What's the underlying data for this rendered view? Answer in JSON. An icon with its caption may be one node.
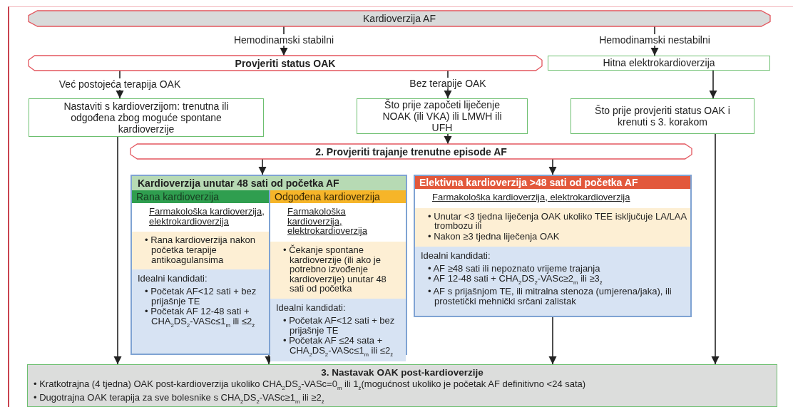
{
  "diagram": {
    "nodes": [
      {
        "text": [
          "Kardioverzija AF"
        ]
      },
      {
        "text": [
          "Provjeriti status OAK"
        ]
      },
      {
        "text": [
          "Hitna elektrokardioverzija"
        ]
      },
      {
        "text": [
          "Nastaviti s kardioverzijom: trenutna ili odgođena zbog moguće spontane kardioverzije"
        ]
      },
      {
        "text": [
          "Što prije započeti liječenje NOAK (ili VKA) ili LMWH ili UFH"
        ]
      },
      {
        "text": [
          "Što prije provjeriti status OAK i krenuti s 3. korakom"
        ]
      },
      {
        "text": [
          "2. Provjeriti trajanje trenutne episode AF"
        ]
      },
      {
        "text": [
          "Kardioverzija unutar 48 sati od početka AF"
        ]
      },
      {
        "text": [
          "Rana kardioverzija",
          "Farmakološka kardioverzija, elektrokardioverzija",
          "• Rana kardioverzija nakon početka terapije antikoagulansima",
          "Idealni kandidati:",
          "• Početak AF<12 sati + bez prijašnje TE",
          "• Početak AF 12-48 sati + CHA$_{2}$DS$_{2}$-VASc≤1$_{m}$ ili ≤2$_{ž}$"
        ],
        "in": 7
      },
      {
        "text": [
          "Odgođena kardioverzija",
          "Farmakološka kardioverzija, elektrokardioverzija",
          "• Čekanje spontane kardioverzije (ili ako je potrebno izvođenje kardioverzije) unutar 48 sati od početka",
          "Idealni kandidati:",
          "• Početak AF<12 sati + bez prijašnje TE",
          "• Početak AF ≤24 sata + CHA$_{2}$DS$_{2}$-VASc≤1$_{m}$ ili ≤2$_{ž}$"
        ],
        "in": 7
      },
      {
        "text": [
          "Elektivna kardioverzija >48 sati od početka AF",
          "Farmakološka kardioverzija, elektrokardioverzija",
          "• Unutar <3 tjedna liječenja OAK ukoliko TEE isključuje LA/LAA trombozu ili",
          "• Nakon ≥3 tjedna liječenja OAK",
          "Idealni kandidati:",
          "• AF ≥48 sati ili nepoznato vrijeme trajanja",
          "• AF 12-48 sati + CHA$_{2}$DS$_{2}$-VASc≥2$_{m}$ ili ≥3$_{ž}$",
          "• AF s prijašnjom TE, ili mitralna stenoza (umjerena/jaka), ili prostetički mehnički srčani zalistak"
        ]
      },
      {
        "text": [
          "3. Nastavak OAK post-kardioverzije",
          "• Kratkotrajna (4 tjedna) OAK post-kardioverzija ukoliko CHA$_{2}$DS$_{2}$-VASc=0$_{m}$ ili 1$_{ž}$(mogućnost ukoliko je početak AF definitivno <24 sata)",
          "• Dugotrajna OAK terapija za sve bolesnike s CHA$_{2}$DS$_{2}$-VASc≥1$_{m}$ ili ≥2$_{ž}$"
        ]
      }
    ],
    "edges": [
      {
        "from": 0,
        "to": 1,
        "arrow": "to",
        "label": "Hemodinamski stabilni"
      },
      {
        "from": 0,
        "to": 2,
        "arrow": "to",
        "label": "Hemodinamski nestabilni"
      },
      {
        "from": 1,
        "to": 3,
        "arrow": "to",
        "label": "Već postojeća terapija OAK"
      },
      {
        "from": 1,
        "to": 4,
        "arrow": "to",
        "label": "Bez terapije OAK"
      },
      {
        "from": 2,
        "to": 5,
        "arrow": "to"
      },
      {
        "from": 4,
        "to": 6,
        "arrow": "to"
      },
      {
        "from": 6,
        "to": 7,
        "arrow": "to"
      },
      {
        "from": 6,
        "to": 10,
        "arrow": "to"
      },
      {
        "from": 3,
        "to": 11,
        "arrow": "to"
      },
      {
        "from": 7,
        "to": 11,
        "arrow": "to"
      },
      {
        "from": 10,
        "to": 11,
        "arrow": "to"
      },
      {
        "from": 5,
        "to": 11,
        "arrow": "to"
      }
    ]
  }
}
